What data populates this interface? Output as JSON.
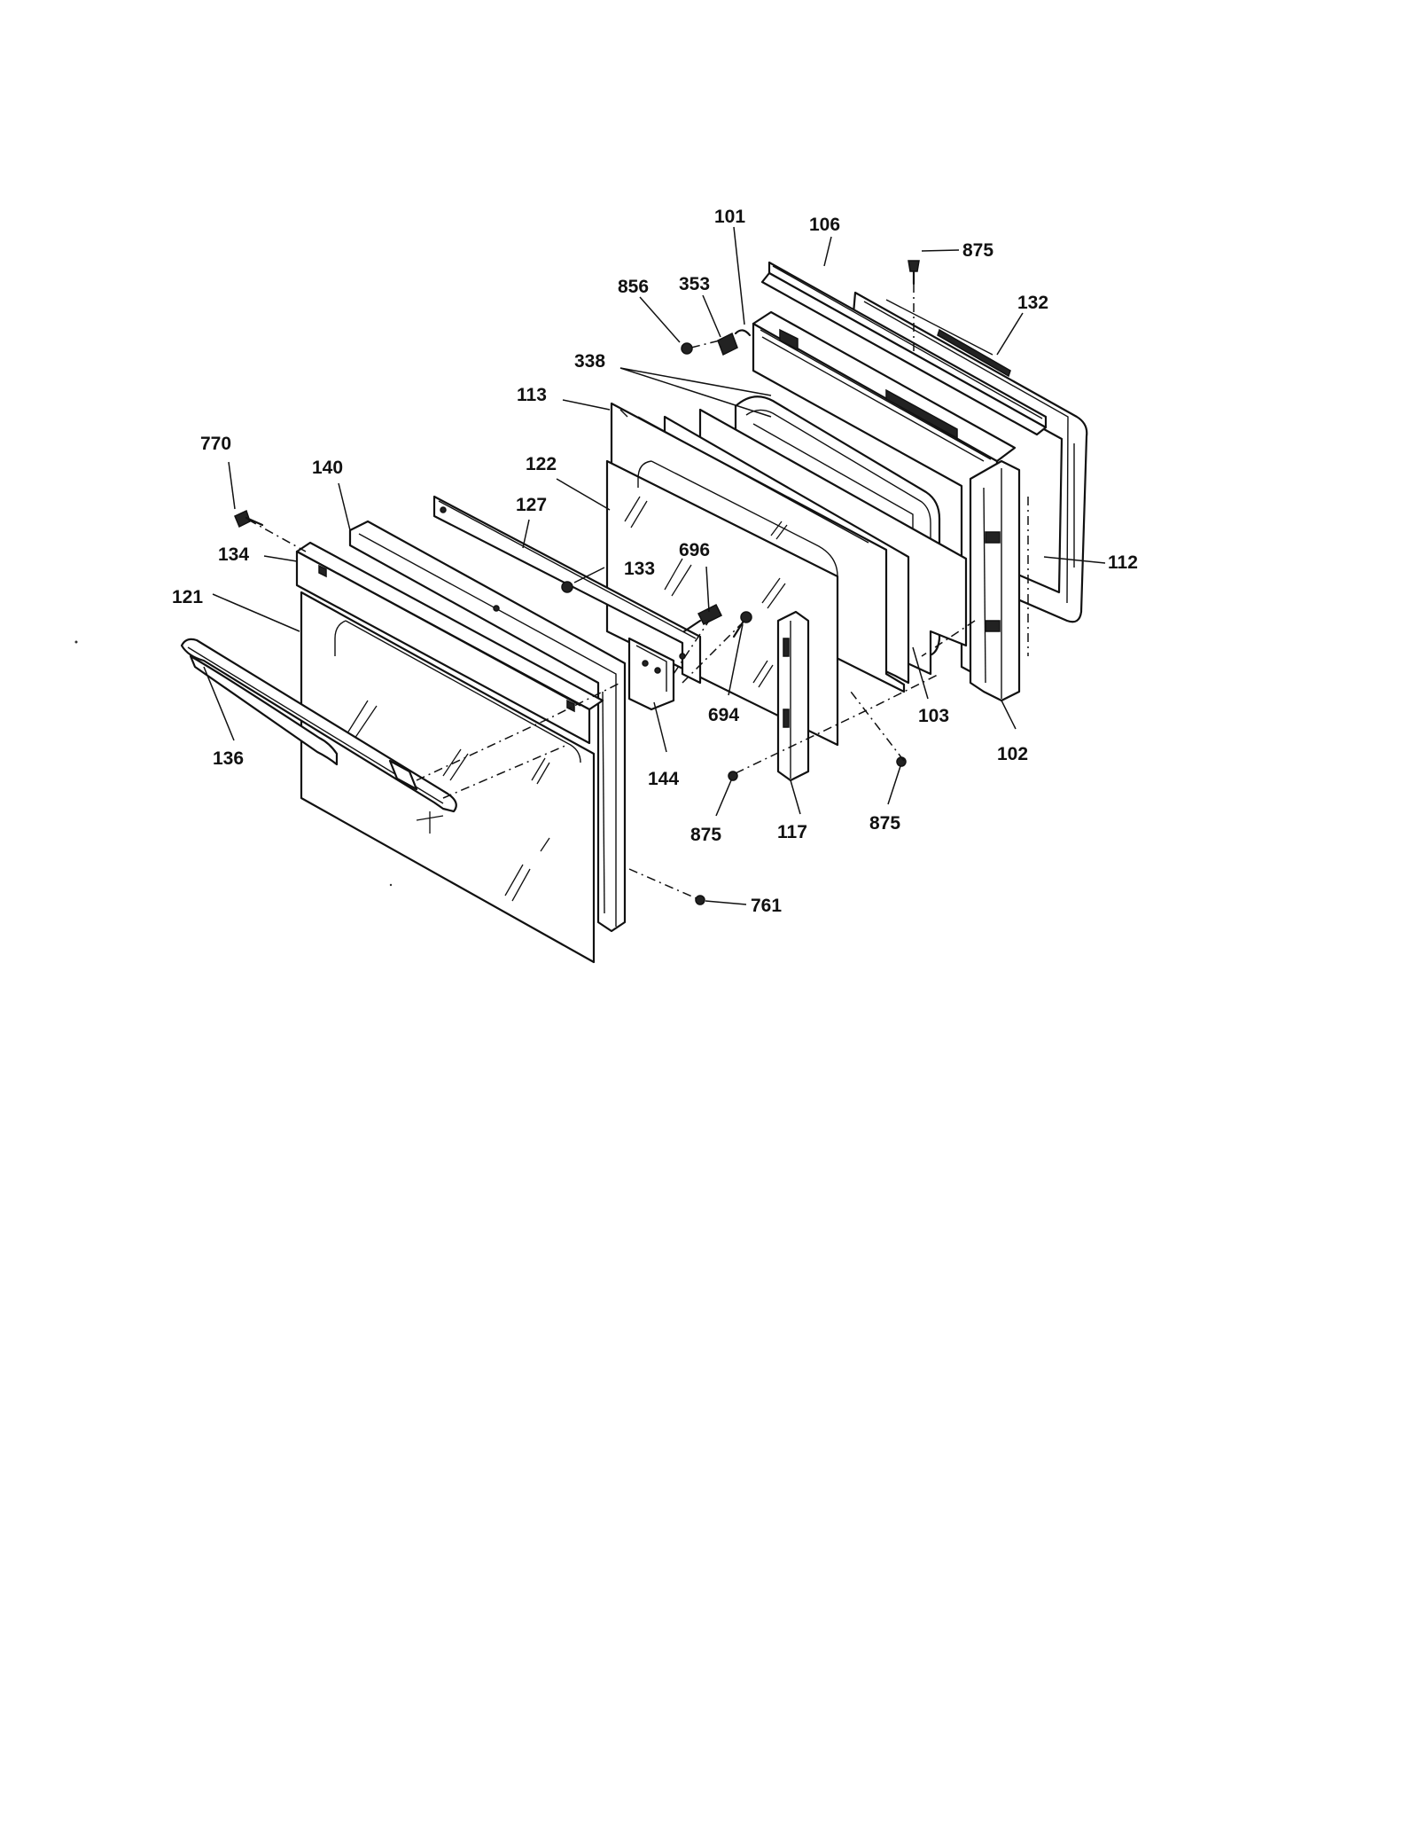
{
  "diagram": {
    "callouts": [
      {
        "id": "c101",
        "label": "101"
      },
      {
        "id": "c106",
        "label": "106"
      },
      {
        "id": "c875a",
        "label": "875"
      },
      {
        "id": "c353",
        "label": "353"
      },
      {
        "id": "c856",
        "label": "856"
      },
      {
        "id": "c132",
        "label": "132"
      },
      {
        "id": "c338",
        "label": "338"
      },
      {
        "id": "c113",
        "label": "113"
      },
      {
        "id": "c770",
        "label": "770"
      },
      {
        "id": "c140",
        "label": "140"
      },
      {
        "id": "c122",
        "label": "122"
      },
      {
        "id": "c127",
        "label": "127"
      },
      {
        "id": "c134",
        "label": "134"
      },
      {
        "id": "c133",
        "label": "133"
      },
      {
        "id": "c696",
        "label": "696"
      },
      {
        "id": "c112",
        "label": "112"
      },
      {
        "id": "c121",
        "label": "121"
      },
      {
        "id": "c694",
        "label": "694"
      },
      {
        "id": "c103",
        "label": "103"
      },
      {
        "id": "c144",
        "label": "144"
      },
      {
        "id": "c102",
        "label": "102"
      },
      {
        "id": "c136",
        "label": "136"
      },
      {
        "id": "c875b",
        "label": "875"
      },
      {
        "id": "c117",
        "label": "117"
      },
      {
        "id": "c875c",
        "label": "875"
      },
      {
        "id": "c761",
        "label": "761"
      }
    ]
  }
}
